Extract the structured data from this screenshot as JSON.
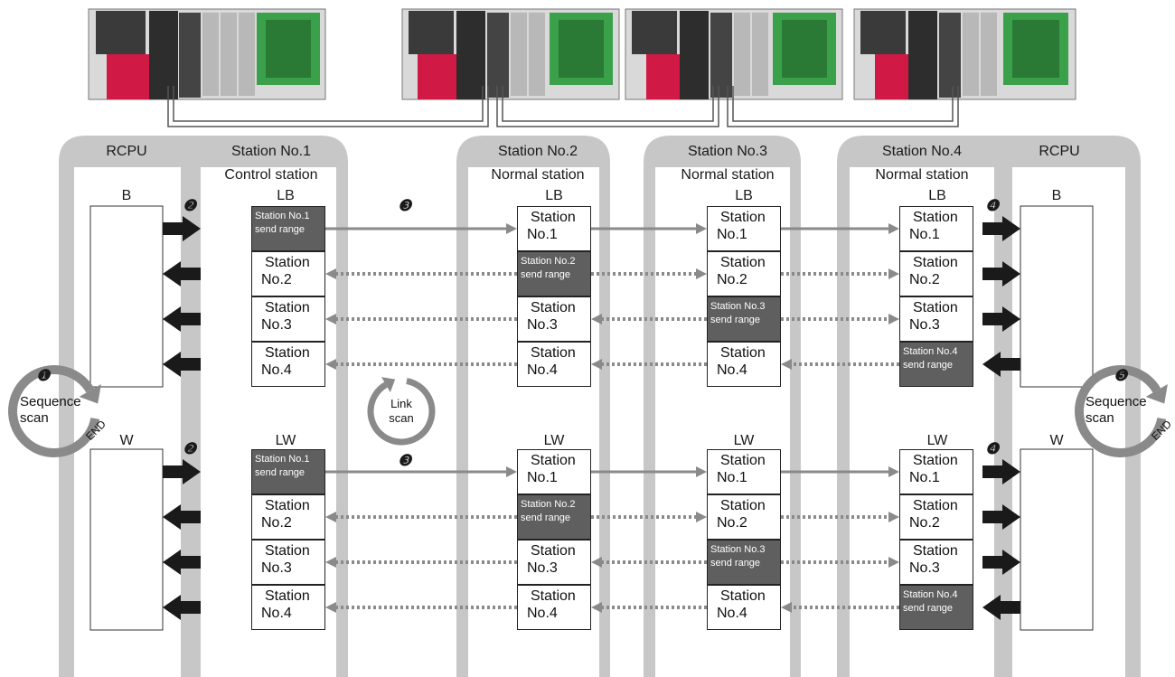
{
  "colors": {
    "frame": "#c7c7c7",
    "send_fill": "#5f5f5f",
    "arrow_gray": "#8a8a8a",
    "arrow_black": "#1a1a1a"
  },
  "rcpu_left_title": "RCPU",
  "rcpu_right_title": "RCPU",
  "stations": [
    {
      "title": "Station No.1",
      "type": "Control station"
    },
    {
      "title": "Station No.2",
      "type": "Normal station"
    },
    {
      "title": "Station No.3",
      "type": "Normal station"
    },
    {
      "title": "Station No.4",
      "type": "Normal station"
    }
  ],
  "device_b": "B",
  "device_w": "W",
  "link_lb": "LB",
  "link_lw": "LW",
  "cell_station": "Station",
  "cell_numbers": [
    "No.1",
    "No.2",
    "No.3",
    "No.4"
  ],
  "send_line1": [
    "Station No.1",
    "Station No.2",
    "Station No.3",
    "Station No.4"
  ],
  "send_line2": "send range",
  "scan": {
    "sequence_line1": "Sequence",
    "sequence_line2": "scan",
    "end": "END",
    "link_line1": "Link",
    "link_line2": "scan"
  },
  "steps": {
    "s1": "❶",
    "s2": "❷",
    "s3": "❸",
    "s4": "❹",
    "s5": "❺"
  },
  "icons": [
    "plc-module-icon",
    "network-cable-icon",
    "arrow-icon"
  ]
}
